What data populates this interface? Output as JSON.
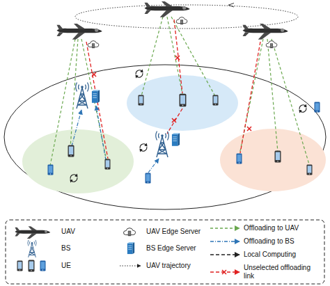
{
  "diagram": {
    "legend": [
      {
        "text": "UAV"
      },
      {
        "text": "UAV Edge Server"
      },
      {
        "text": "Offloading to UAV"
      },
      {
        "text": "BS"
      },
      {
        "text": "BS Edge Server"
      },
      {
        "text": "Offloading to BS"
      },
      {
        "text": "UE"
      },
      {
        "text": "UAV trajectory"
      },
      {
        "text": "Local Computing"
      },
      {
        "text": "Unselected offloading link"
      }
    ]
  }
}
